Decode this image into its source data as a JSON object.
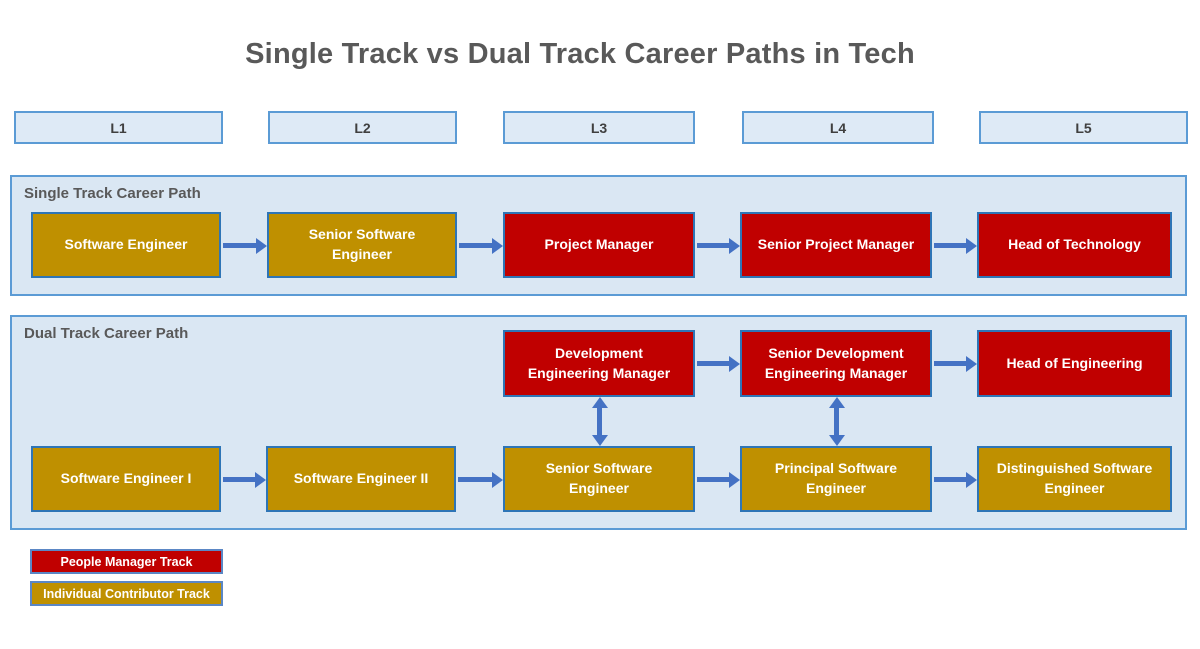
{
  "title": "Single Track vs Dual Track Career Paths in Tech",
  "levels": [
    "L1",
    "L2",
    "L3",
    "L4",
    "L5"
  ],
  "single_track": {
    "heading": "Single Track Career Path",
    "boxes": [
      {
        "label": "Software Engineer",
        "track": "individual-contributor"
      },
      {
        "label": "Senior Software Engineer",
        "track": "individual-contributor"
      },
      {
        "label": "Project Manager",
        "track": "people-manager"
      },
      {
        "label": "Senior Project Manager",
        "track": "people-manager"
      },
      {
        "label": "Head of Technology",
        "track": "people-manager"
      }
    ]
  },
  "dual_track": {
    "heading": "Dual Track Career Path",
    "manager_row": [
      {
        "label": "Development Engineering Manager",
        "level": "L3"
      },
      {
        "label": "Senior Development Engineering Manager",
        "level": "L4"
      },
      {
        "label": "Head of Engineering",
        "level": "L5"
      }
    ],
    "ic_row": [
      {
        "label": "Software Engineer I",
        "level": "L1"
      },
      {
        "label": "Software Engineer II",
        "level": "L2"
      },
      {
        "label": "Senior Software Engineer",
        "level": "L3"
      },
      {
        "label": "Principal Software Engineer",
        "level": "L4"
      },
      {
        "label": "Distinguished Software Engineer",
        "level": "L5"
      }
    ]
  },
  "legend": {
    "items": [
      {
        "label": "People Manager Track",
        "color": "#C00000"
      },
      {
        "label": "Individual Contributor Track",
        "color": "#BF9000"
      }
    ]
  },
  "colors": {
    "people_manager_fill": "#C00000",
    "individual_contributor_fill": "#BF9000",
    "arrow": "#4472C4",
    "box_border": "#2E75B6",
    "section_fill": "#DAE7F3",
    "section_border": "#5B9BD5",
    "level_header_fill": "#DEEAF6",
    "title_text": "#595959",
    "box_text": "#FFFFFF"
  }
}
